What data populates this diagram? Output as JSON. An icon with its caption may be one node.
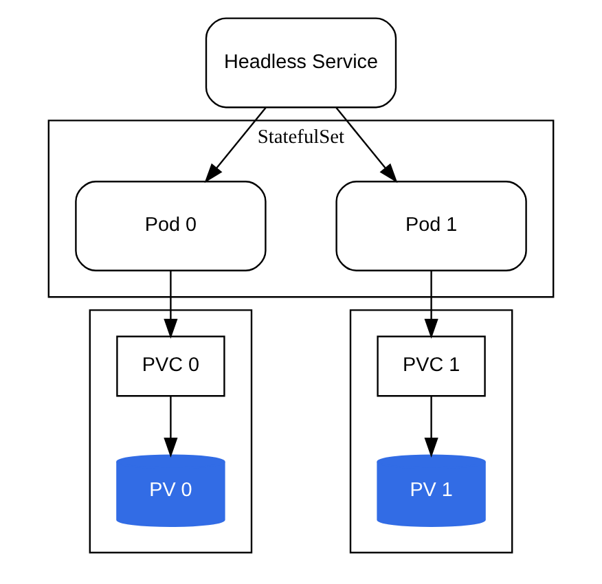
{
  "diagram": {
    "nodes": [
      {
        "text": [
          "Headless Service"
        ]
      },
      {
        "text": [
          "StatefulSet"
        ]
      },
      {
        "text": [
          "Pod 0"
        ],
        "in": 1
      },
      {
        "text": [
          "Pod 1"
        ],
        "in": 1
      },
      {
        "text": [],
        "shape": "box"
      },
      {
        "text": [
          "PVC 0"
        ],
        "in": 4
      },
      {
        "text": [
          "PV 0"
        ],
        "in": 4
      },
      {
        "text": [],
        "shape": "box"
      },
      {
        "text": [
          "PVC 1"
        ],
        "in": 7
      },
      {
        "text": [
          "PV 1"
        ],
        "in": 7
      }
    ],
    "edges": [
      {
        "from": 0,
        "to": 2,
        "arrow": "to"
      },
      {
        "from": 0,
        "to": 3,
        "arrow": "to"
      },
      {
        "from": 2,
        "to": 5,
        "arrow": "to"
      },
      {
        "from": 3,
        "to": 8,
        "arrow": "to"
      },
      {
        "from": 5,
        "to": 6,
        "arrow": "to"
      },
      {
        "from": 8,
        "to": 9,
        "arrow": "to"
      }
    ]
  }
}
